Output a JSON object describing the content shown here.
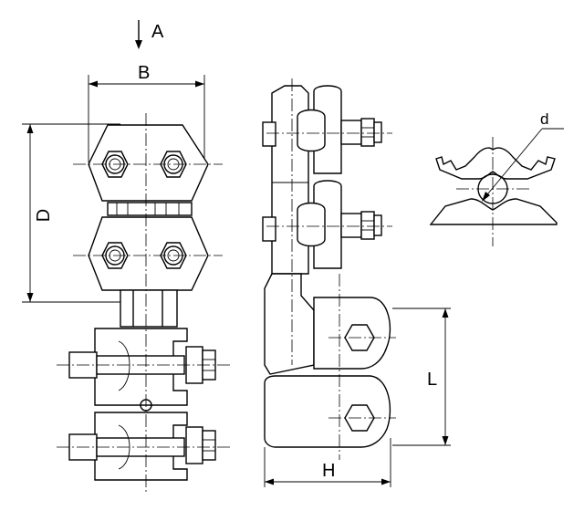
{
  "labels": {
    "view_arrow": "A",
    "width_b": "B",
    "height_d": "D",
    "pitch_l": "L",
    "width_h": "H",
    "diameter_d": "d"
  },
  "colors": {
    "line": "#000000",
    "background": "#ffffff"
  }
}
